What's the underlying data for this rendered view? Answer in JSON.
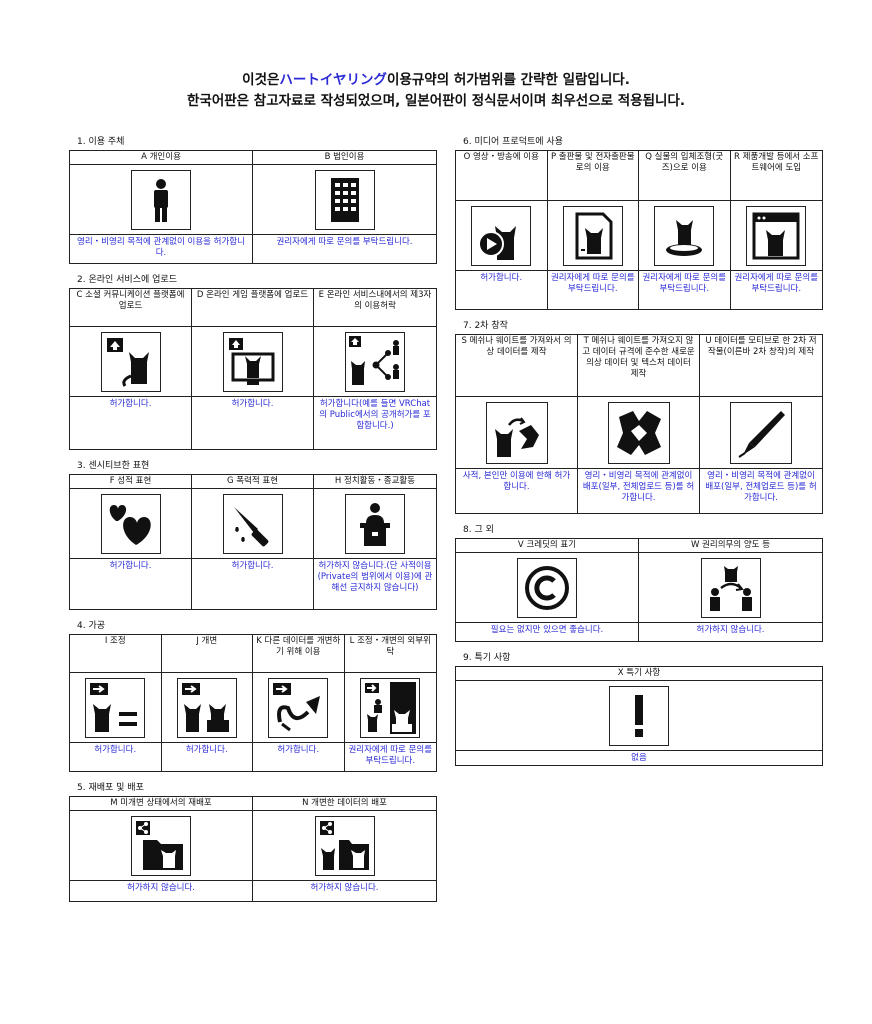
{
  "header": {
    "line1_pre": "이것은",
    "line1_brand": "ハートイヤリング",
    "line1_post": "이용규약의 허가범위를 간략한 일람입니다.",
    "line2": "한국어판은 참고자료로 작성되었으며, 일본어판이 정식문서이며 최우선으로 적용됩니다."
  },
  "s1": {
    "title": "1. 이용 주체",
    "cells": [
      {
        "label": "A 개인이용",
        "icon": "person-icon",
        "note": "영리・비영리 목적에 관계없이 이용을 허가합니다."
      },
      {
        "label": "B 법인이용",
        "icon": "building-icon",
        "note": "권리자에게 따로 문의를 부탁드립니다."
      }
    ]
  },
  "s2": {
    "title": "2. 온라인 서비스에 업로드",
    "cells": [
      {
        "label": "C 소셜 커뮤니케이션 플랫폼에 업로드",
        "icon": "upload-cat-icon",
        "note": "허가합니다."
      },
      {
        "label": "D 온라인 게임 플랫폼에 업로드",
        "icon": "upload-monitor-icon",
        "note": "허가합니다."
      },
      {
        "label": "E 온라인 서비스내에서의 제3자의 이용허락",
        "icon": "share-cat-people-icon",
        "note": "허가합니다(예를 들면 VRChat의 Public에서의 공개허가를 포함합니다.)"
      }
    ]
  },
  "s3": {
    "title": "3. 센시티브한 표현",
    "cells": [
      {
        "label": "F 성적 표현",
        "icon": "hearts-icon",
        "note": "허가합니다."
      },
      {
        "label": "G 폭력적 표현",
        "icon": "knife-icon",
        "note": "허가합니다."
      },
      {
        "label": "H 정치활동・종교활동",
        "icon": "podium-icon",
        "note": "허가하지 않습니다.(단 사적이용(Private의 범위에서 이용)에 관해선 금지하지 않습니다)"
      }
    ]
  },
  "s4": {
    "title": "4. 가공",
    "cells": [
      {
        "label": "I 조정",
        "icon": "adjust-icon",
        "note": "허가합니다."
      },
      {
        "label": "J 개변",
        "icon": "modify-icon",
        "note": "허가합니다."
      },
      {
        "label": "K 다른 데이터를 개변하기 위해 이용",
        "icon": "extract-icon",
        "note": "허가합니다."
      },
      {
        "label": "L 조정・개변의 외부위탁",
        "icon": "outsource-icon",
        "note": "권리자에게 따로 문의를 부탁드립니다."
      }
    ]
  },
  "s5": {
    "title": "5. 재배포 및 배포",
    "cells": [
      {
        "label": "M 미개변 상태에서의 재배포",
        "icon": "share-folder-icon",
        "note": "허가하지 않습니다."
      },
      {
        "label": "N 개변한 데이터의 배포",
        "icon": "share-folder-modified-icon",
        "note": "허가하지 않습니다."
      }
    ]
  },
  "s6": {
    "title": "6. 미디어 프로덕트에 사용",
    "cells": [
      {
        "label": "O 영상・방송에 이용",
        "icon": "video-icon",
        "note": "허가합니다."
      },
      {
        "label": "P 출판물 및 전자출판물로의 이용",
        "icon": "book-icon",
        "note": "권리자에게 따로 문의를 부탁드립니다."
      },
      {
        "label": "Q 실물의 입체조형(굿즈)으로 이용",
        "icon": "figure-icon",
        "note": "권리자에게 따로 문의를 부탁드립니다."
      },
      {
        "label": "R 제품개발 등에서 소프트웨어에 도입",
        "icon": "software-icon",
        "note": "권리자에게 따로 문의를 부탁드립니다."
      }
    ]
  },
  "s7": {
    "title": "7. 2차 창작",
    "cells": [
      {
        "label": "S 메쉬나 웨이트를 가져와서 의상 데이터를 제작",
        "icon": "cat-cloth-icon",
        "note": "사적, 본인만 이용에 한해 허가합니다."
      },
      {
        "label": "T 메쉬나 웨이트를 가져오지 않고 데이터 규격에 준수한 새로운 의상 데이터 및 텍스처 데이터 제작",
        "icon": "cloth-icon",
        "note": "영리・비영리 목적에 관계없이 배포(일부, 전체업로드 등)를 허가합니다."
      },
      {
        "label": "U 데이터를 모티브로 한 2차 저작물(이른바 2차 창작)의 제작",
        "icon": "pen-icon",
        "note": "영리・비영리 목적에 관계없이 배포(일부, 전체업로드 등)를 허가합니다."
      }
    ]
  },
  "s8": {
    "title": "8. 그 외",
    "cells": [
      {
        "label": "V 크레딧의 표기",
        "icon": "copyright-icon",
        "note": "필요는 없지만 있으면 좋습니다."
      },
      {
        "label": "W 권리의무의 양도 등",
        "icon": "transfer-icon",
        "note": "허가하지 않습니다."
      }
    ]
  },
  "s9": {
    "title": "9. 특기 사항",
    "cells": [
      {
        "label": "X 특기 사항",
        "icon": "exclamation-icon",
        "note": "없음"
      }
    ]
  },
  "colors": {
    "accent": "#2a2ad6",
    "ink": "#111111",
    "border": "#222222"
  }
}
